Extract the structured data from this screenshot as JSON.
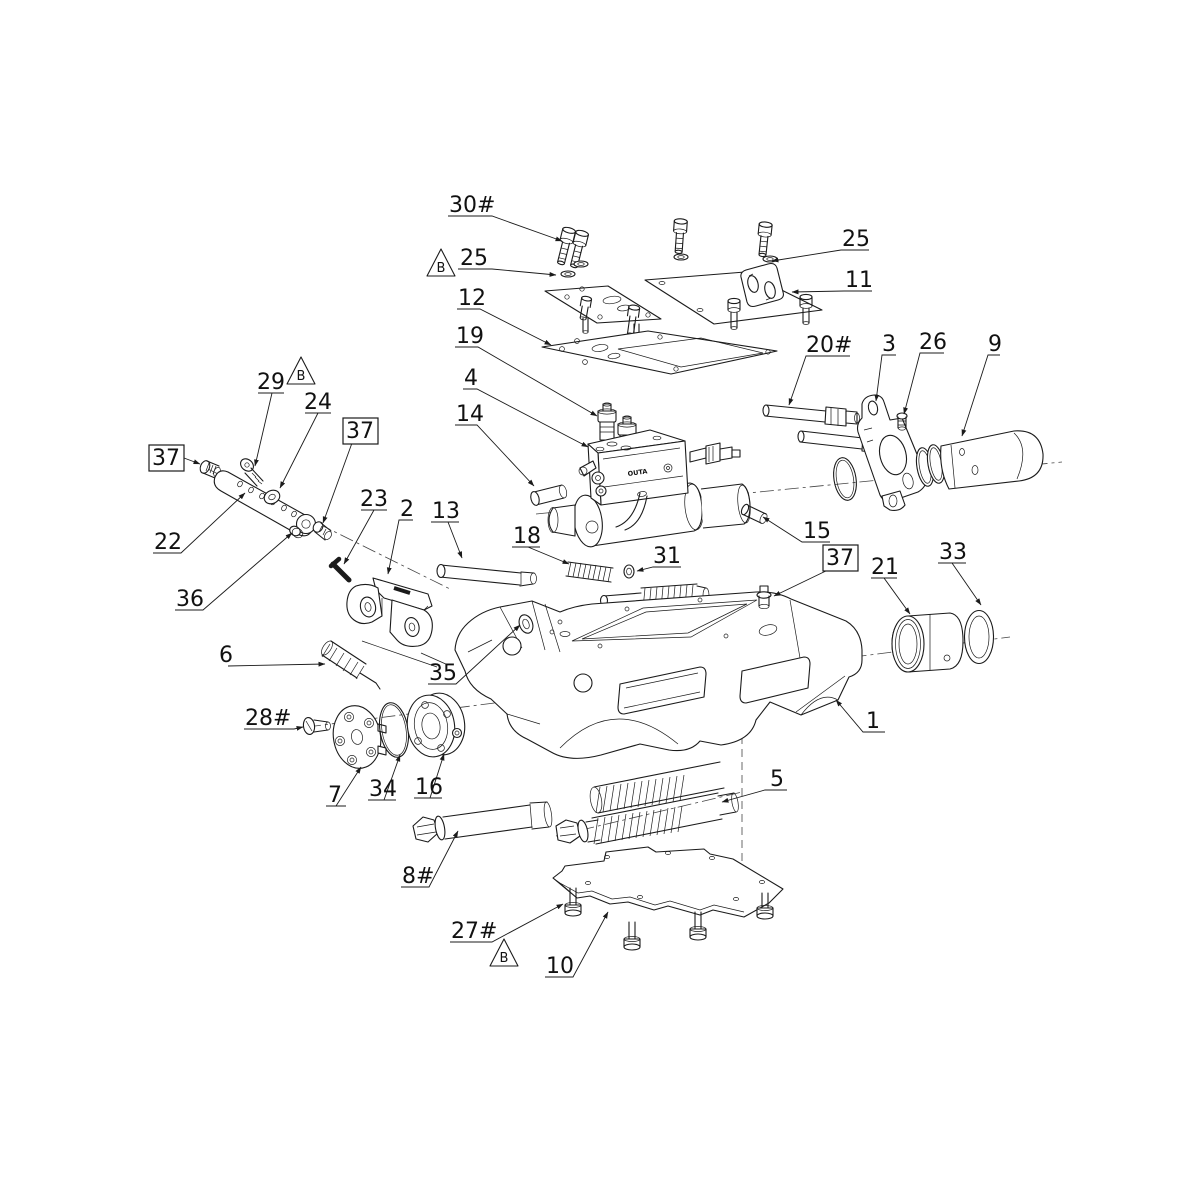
{
  "drawing": {
    "type": "exploded-parts-diagram",
    "background": "#ffffff",
    "line_color": "#1b1b1b",
    "view_flag": {
      "text": "B"
    },
    "part_markings": {
      "valve_port_label": "OUTA"
    },
    "callouts": {
      "c30": {
        "text": "30#"
      },
      "c25a": {
        "text": "25"
      },
      "c25b": {
        "text": "25"
      },
      "c11": {
        "text": "11"
      },
      "c12": {
        "text": "12"
      },
      "c19": {
        "text": "19"
      },
      "c4": {
        "text": "4"
      },
      "c14": {
        "text": "14"
      },
      "c20": {
        "text": "20#"
      },
      "c3": {
        "text": "3"
      },
      "c26": {
        "text": "26"
      },
      "c9": {
        "text": "9"
      },
      "c29": {
        "text": "29"
      },
      "c24": {
        "text": "24"
      },
      "c37a": {
        "text": "37"
      },
      "c37b": {
        "text": "37"
      },
      "c37c": {
        "text": "37"
      },
      "c22": {
        "text": "22"
      },
      "c36": {
        "text": "36"
      },
      "c23": {
        "text": "23"
      },
      "c2": {
        "text": "2"
      },
      "c13": {
        "text": "13"
      },
      "c18": {
        "text": "18"
      },
      "c31": {
        "text": "31"
      },
      "c15": {
        "text": "15"
      },
      "c21": {
        "text": "21"
      },
      "c33": {
        "text": "33"
      },
      "c6": {
        "text": "6"
      },
      "c35": {
        "text": "35"
      },
      "c1": {
        "text": "1"
      },
      "c28": {
        "text": "28#"
      },
      "c7": {
        "text": "7"
      },
      "c34": {
        "text": "34"
      },
      "c16": {
        "text": "16"
      },
      "c5": {
        "text": "5"
      },
      "c8": {
        "text": "8#"
      },
      "c27": {
        "text": "27#"
      },
      "c10": {
        "text": "10"
      }
    }
  }
}
